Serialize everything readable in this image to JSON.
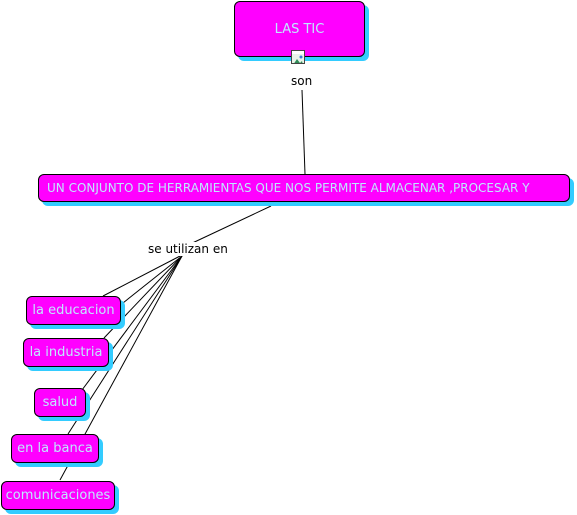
{
  "colors": {
    "node_fill": "#ff00ff",
    "node_text": "#bfe8ff",
    "node_shadow": "#33ccff",
    "line": "#000000"
  },
  "map": {
    "root": "LAS TIC",
    "link_son": "son",
    "main_concept": "UN CONJUNTO DE HERRAMIENTAS QUE NOS PERMITE ALMACENAR ,PROCESAR Y",
    "link_used_in": "se utilizan en",
    "areas": [
      "la educacion",
      "la industria",
      "salud",
      "en la banca",
      "comunicaciones"
    ]
  },
  "icons": {
    "resource": "image-resource-icon"
  }
}
